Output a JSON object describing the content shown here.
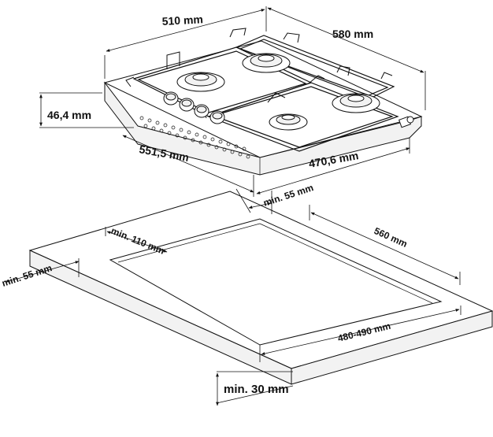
{
  "hob": {
    "width_label": "510 mm",
    "depth_label": "580 mm",
    "height_label": "46,4 mm",
    "lower_width_label": "551,5 mm",
    "lower_depth_label": "470,6 mm"
  },
  "cutout": {
    "front_margin_label": "min. 55 mm",
    "rear_margin_label": "min. 110 mm",
    "side_margin_label": "min. 55 mm",
    "cut_depth_label": "560 mm",
    "cut_width_label": "480-490 mm",
    "worktop_thickness_label": "min. 30 mm"
  },
  "icons": {
    "burner": "burner-icon",
    "knob": "control-knob-icon",
    "grate": "pan-support-icon"
  }
}
